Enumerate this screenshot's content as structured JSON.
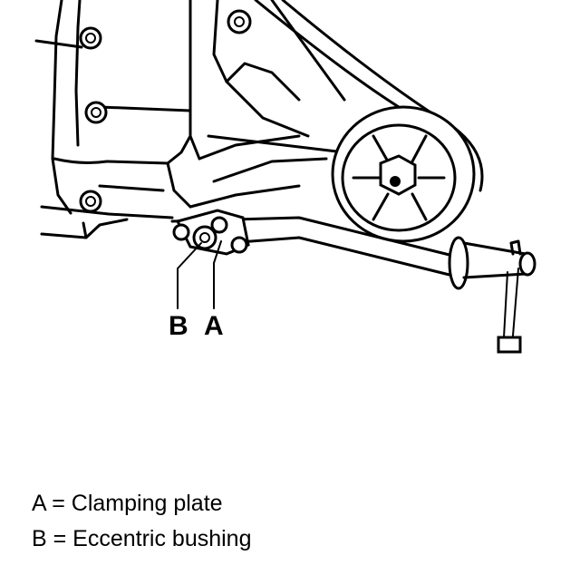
{
  "callouts": {
    "b_label": "B",
    "a_label": "A"
  },
  "legend": {
    "a": "A = Clamping plate",
    "b": "B = Eccentric bushing"
  },
  "colors": {
    "ink": "#000000",
    "paper": "#ffffff"
  }
}
